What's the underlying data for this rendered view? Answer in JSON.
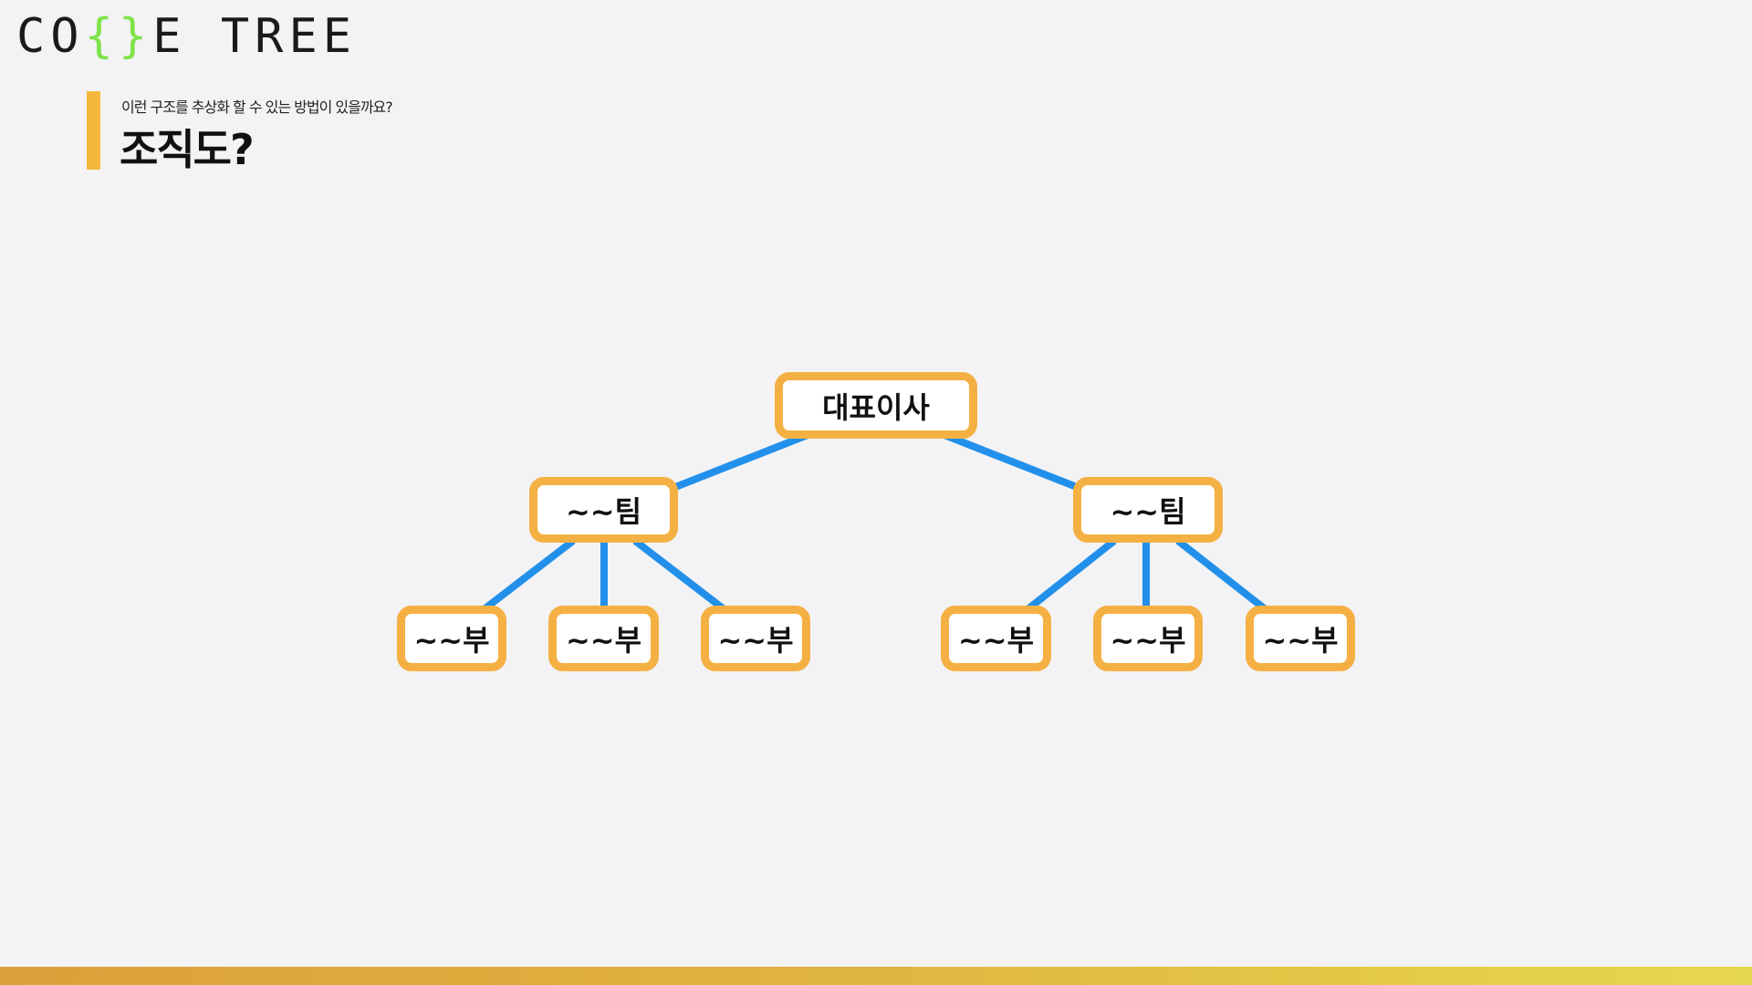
{
  "logo": {
    "part1": "CO",
    "accent": "{}",
    "part2": "E TREE",
    "accent_color": "#7fe34a"
  },
  "header": {
    "subtitle": "이런 구조를 추상화 할 수 있는 방법이 있을까요?",
    "title": "조직도?"
  },
  "diagram": {
    "root": {
      "label": "대표이사"
    },
    "teams": [
      {
        "label": "~~팀",
        "children": [
          {
            "label": "~~부"
          },
          {
            "label": "~~부"
          },
          {
            "label": "~~부"
          }
        ]
      },
      {
        "label": "~~팀",
        "children": [
          {
            "label": "~~부"
          },
          {
            "label": "~~부"
          },
          {
            "label": "~~부"
          }
        ]
      }
    ],
    "node_border_color": "#f5b044",
    "edge_color": "#2290ea"
  }
}
